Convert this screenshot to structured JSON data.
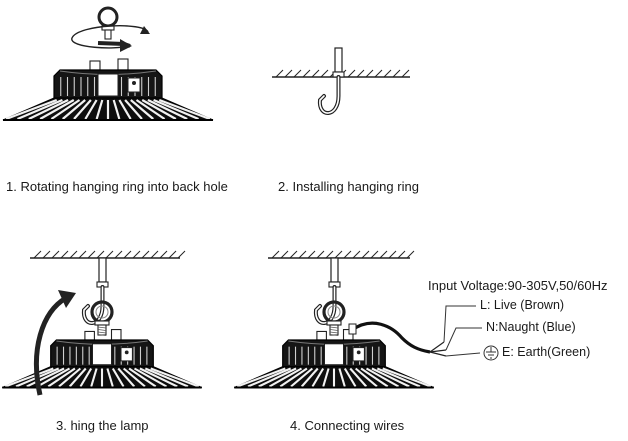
{
  "steps": [
    {
      "caption": "1. Rotating hanging ring into back hole"
    },
    {
      "caption": "2. Installing hanging ring"
    },
    {
      "caption": "3. hing the lamp"
    },
    {
      "caption": "4. Connecting wires"
    }
  ],
  "wiring": {
    "input_voltage": "Input Voltage:90-305V,50/60Hz",
    "live": "L: Live (Brown)",
    "neutral": "N:Naught (Blue)",
    "earth": "E: Earth(Green)"
  },
  "icons": {
    "earth_symbol": "ground-icon"
  }
}
